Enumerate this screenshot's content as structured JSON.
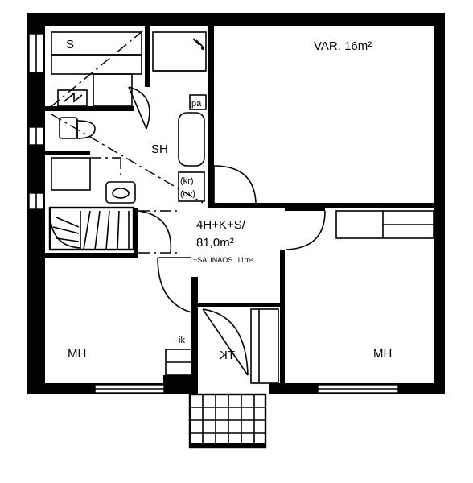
{
  "rooms": {
    "sauna": "S",
    "bathroom": "SH",
    "storage": "VAR. 16m²",
    "bedroom_left": "MH",
    "bedroom_right": "MH",
    "entrance": "TK"
  },
  "summary": {
    "type": "4H+K+S/",
    "area": "81,0m²",
    "sauna_area": "+SAUNAOS. 11m²"
  },
  "fixtures": {
    "pa": "pa",
    "kr": "(kr)",
    "qv": "(qv)",
    "ik": "ik"
  },
  "colors": {
    "ink": "#000000",
    "paper": "#ffffff"
  }
}
